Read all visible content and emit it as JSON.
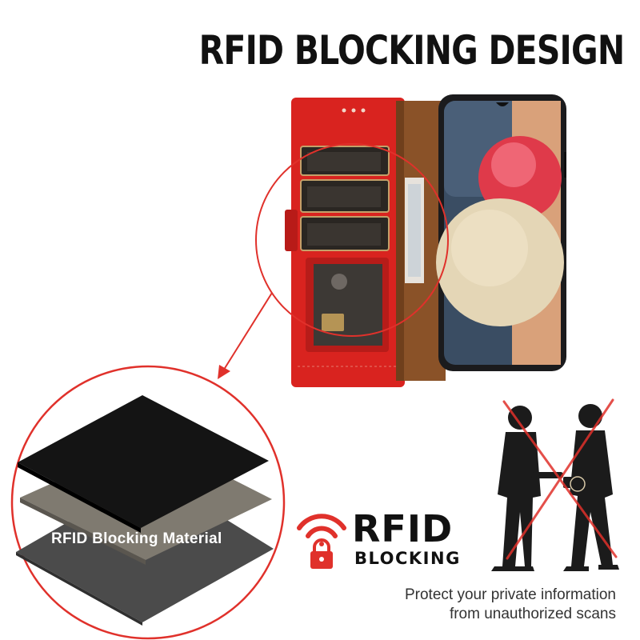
{
  "headline": "RFID BLOCKING DESIGN",
  "material_label": "RFID Blocking Material",
  "badge": {
    "line1": "RFID",
    "line2": "BLOCKING"
  },
  "tagline": {
    "line1": "Protect your private information",
    "line2": "from unauthorized scans"
  },
  "colors": {
    "wallet_red": "#d9231f",
    "accent_red": "#e0312b",
    "leather_inner": "#8a5228",
    "text": "#111111"
  },
  "icons": [
    "wifi-signal-icon",
    "padlock-icon",
    "cross-icon"
  ]
}
